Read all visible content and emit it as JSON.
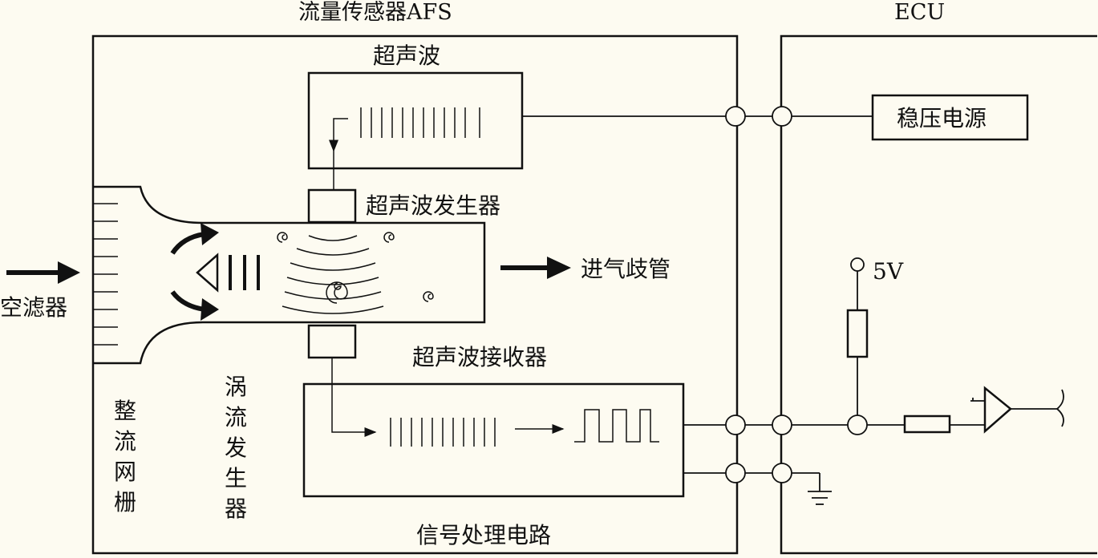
{
  "labels": {
    "afs_title": "流量传感器AFS",
    "ecu_title": "ECU",
    "ultrasonic": "超声波",
    "generator": "超声波发生器",
    "receiver": "超声波接收器",
    "intake": "进气歧管",
    "air_filter": "空滤器",
    "grid": [
      "整",
      "流",
      "网",
      "栅"
    ],
    "vortex_gen": [
      "涡",
      "流",
      "发",
      "生",
      "器"
    ],
    "signal_circuit": "信号处理电路",
    "power_supply": "稳压电源",
    "voltage": "5V"
  }
}
